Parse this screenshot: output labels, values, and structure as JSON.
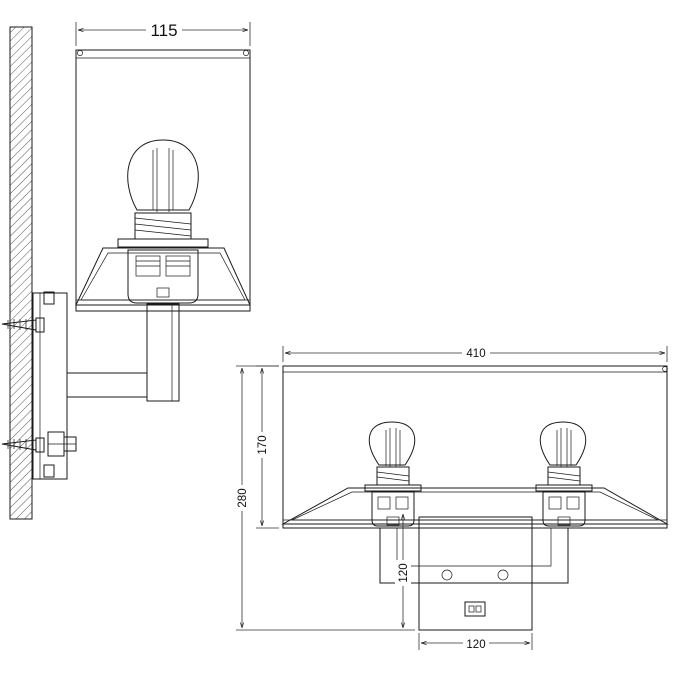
{
  "dimensions": {
    "side_width": "115",
    "front_width": "410",
    "shade_height": "170",
    "total_height": "280",
    "arm_drop": "120",
    "backplate_width": "120"
  },
  "colors": {
    "line": "#1a1a1a",
    "wall_hatch": "#444444",
    "fill": "#ffffff"
  }
}
